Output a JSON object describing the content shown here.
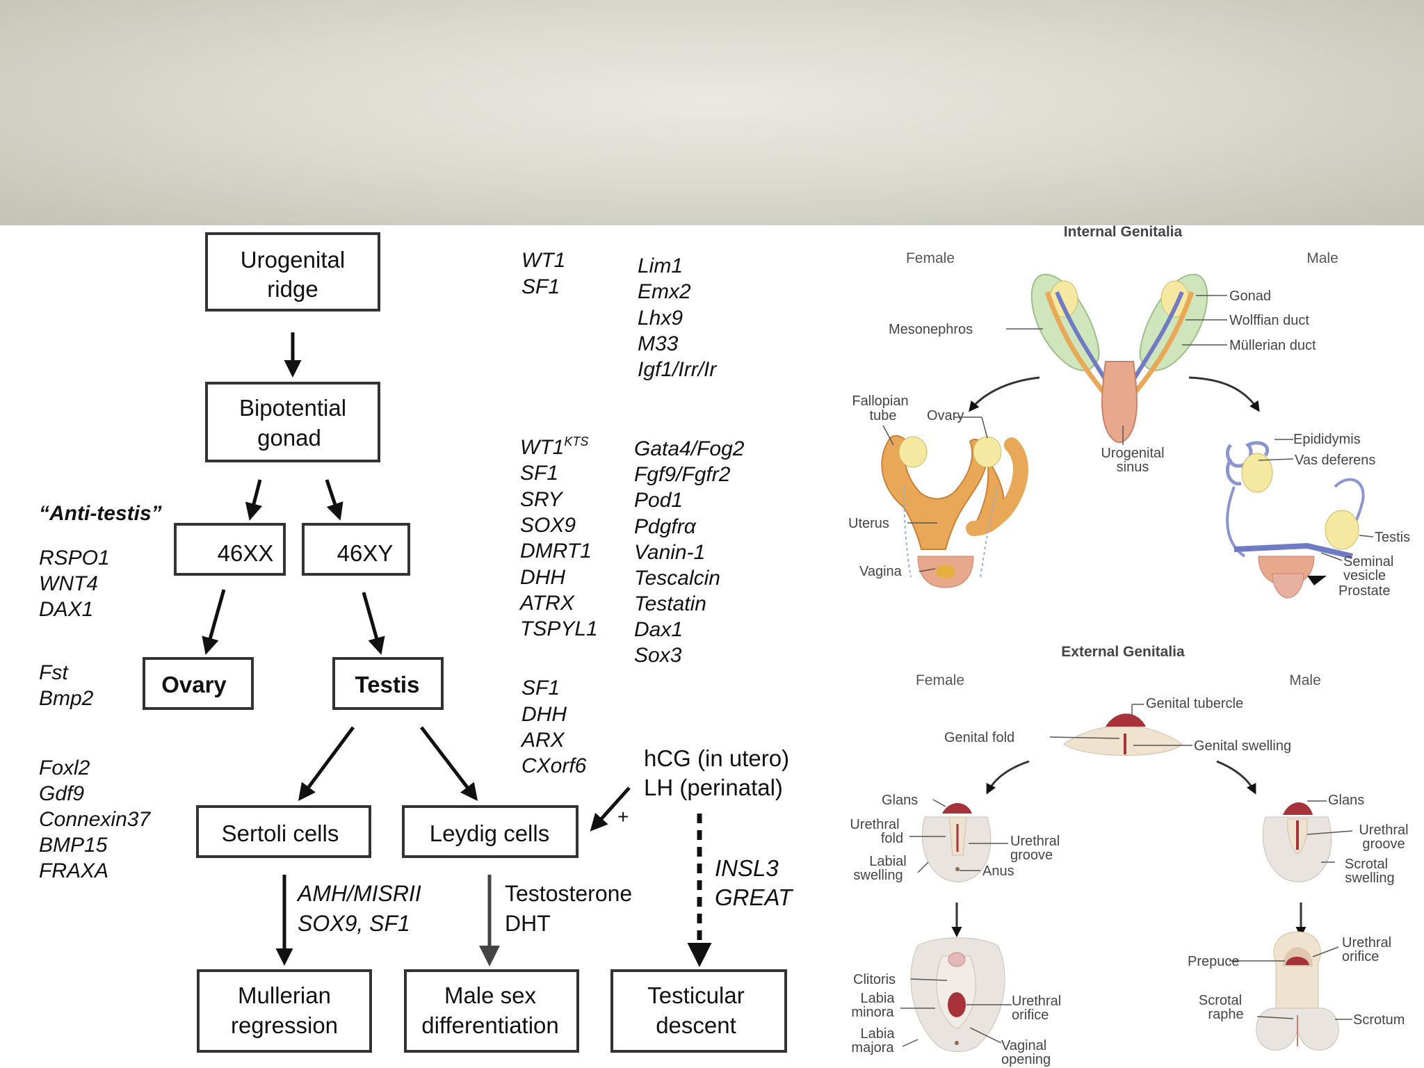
{
  "flowchart": {
    "nodes": {
      "urogenital_ridge": [
        "Urogenital",
        "ridge"
      ],
      "bipotential_gonad": [
        "Bipotential",
        "gonad"
      ],
      "xx": "46XX",
      "xy": "46XY",
      "ovary": "Ovary",
      "testis": "Testis",
      "sertoli": "Sertoli cells",
      "leydig": "Leydig cells",
      "mullerian": [
        "Mullerian",
        "regression"
      ],
      "male_sex": [
        "Male sex",
        "differentiation"
      ],
      "descent": [
        "Testicular",
        "descent"
      ]
    },
    "anti_testis_label": "“Anti-testis”",
    "anti_testis_genes": [
      "RSPO1",
      "WNT4",
      "DAX1"
    ],
    "ovary_genes_a": [
      "Fst",
      "Bmp2"
    ],
    "ovary_genes_b": [
      "Foxl2",
      "Gdf9",
      "Connexin37",
      "BMP15",
      "FRAXA"
    ],
    "ridge_genes_col1": [
      "WT1",
      "SF1"
    ],
    "ridge_genes_col2": [
      "Lim1",
      "Emx2",
      "Lhx9",
      "M33",
      "Igf1/Irr/Ir"
    ],
    "gonad_genes_col1_first": "WT1",
    "gonad_genes_col1_sup": "KTS",
    "gonad_genes_col1": [
      "SF1",
      "SRY",
      "SOX9",
      "DMRT1",
      "DHH",
      "ATRX",
      "TSPYL1"
    ],
    "gonad_genes_col2": [
      "Gata4/Fog2",
      "Fgf9/Fgfr2",
      "Pod1",
      "Pdgfrα",
      "Vanin-1",
      "Tescalcin",
      "Testatin",
      "Dax1",
      "Sox3"
    ],
    "testis_genes": [
      "SF1",
      "DHH",
      "ARX",
      "CXorf6"
    ],
    "hormones": [
      "hCG (in utero)",
      "LH (perinatal)"
    ],
    "plus": "+",
    "sertoli_products": [
      "AMH/MISRII",
      "SOX9, SF1"
    ],
    "leydig_products": [
      "Testosterone",
      "DHT"
    ],
    "descent_genes": [
      "INSL3",
      "GREAT"
    ]
  },
  "internal": {
    "title": "Internal Genitalia",
    "female": "Female",
    "male": "Male",
    "labels": {
      "gonad": "Gonad",
      "wolffian": "Wolffian duct",
      "mullerian": "Müllerian duct",
      "mesonephros": "Mesonephros",
      "fallopian": [
        "Fallopian",
        "tube"
      ],
      "ovary": "Ovary",
      "urogenital_sinus": [
        "Urogenital",
        "sinus"
      ],
      "uterus": "Uterus",
      "vagina": "Vagina",
      "epididymis": "Epididymis",
      "vas": "Vas deferens",
      "testis": "Testis",
      "seminal": [
        "Seminal",
        "vesicle"
      ],
      "prostate": "Prostate"
    }
  },
  "external": {
    "title": "External Genitalia",
    "female": "Female",
    "male": "Male",
    "labels": {
      "genital_tubercle": "Genital tubercle",
      "genital_fold": "Genital fold",
      "genital_swelling": "Genital swelling",
      "glans": "Glans",
      "urethral_fold": [
        "Urethral",
        "fold"
      ],
      "labial_swelling": [
        "Labial",
        "swelling"
      ],
      "urethral_groove": [
        "Urethral",
        "groove"
      ],
      "anus": "Anus",
      "glans_m": "Glans",
      "urethral_groove_m": [
        "Urethral",
        "groove"
      ],
      "scrotal_swelling": [
        "Scrotal",
        "swelling"
      ],
      "clitoris": "Clitoris",
      "labia_minora": [
        "Labia",
        "minora"
      ],
      "labia_majora": [
        "Labia",
        "majora"
      ],
      "urethral_orifice": [
        "Urethral",
        "orifice"
      ],
      "vaginal_opening": [
        "Vaginal",
        "opening"
      ],
      "prepuce": "Prepuce",
      "urethral_orifice_m": [
        "Urethral",
        "orifice"
      ],
      "scrotal_raphe": [
        "Scrotal",
        "raphe"
      ],
      "scrotum": "Scrotum"
    }
  },
  "colors": {
    "header": "#d8d7cc",
    "ink": "#111111",
    "duct_orange": "#e8a857",
    "duct_blue": "#6f7bc4",
    "mesonephros_green": "#cfe5bb",
    "gonad_yellow": "#f5e9a2",
    "tissue_red": "#a8323a",
    "skin": "#efe2cf"
  }
}
